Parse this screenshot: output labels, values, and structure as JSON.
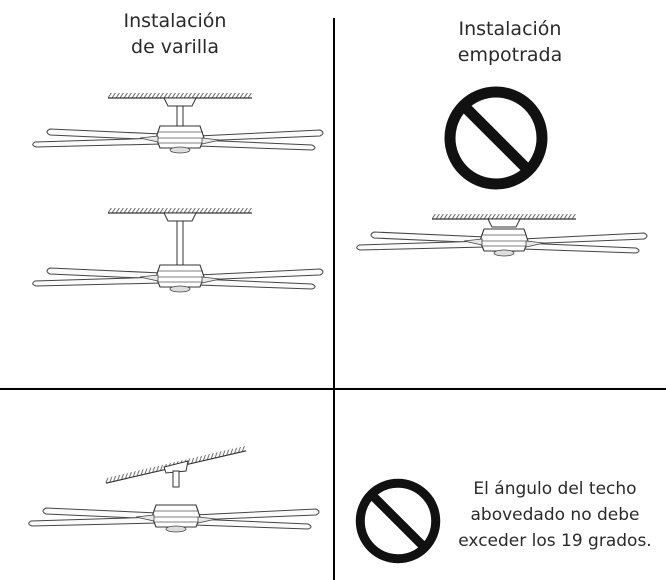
{
  "left_title": {
    "line1": "Instalación",
    "line2": "de varilla"
  },
  "right_title": {
    "line1": "Instalación",
    "line2": "empotrada"
  },
  "note": {
    "line1": "El ángulo del techo",
    "line2": "abovedado no debe",
    "line3": "exceder los 19 grados."
  },
  "icons": [
    "prohibited-icon",
    "prohibited-icon"
  ]
}
